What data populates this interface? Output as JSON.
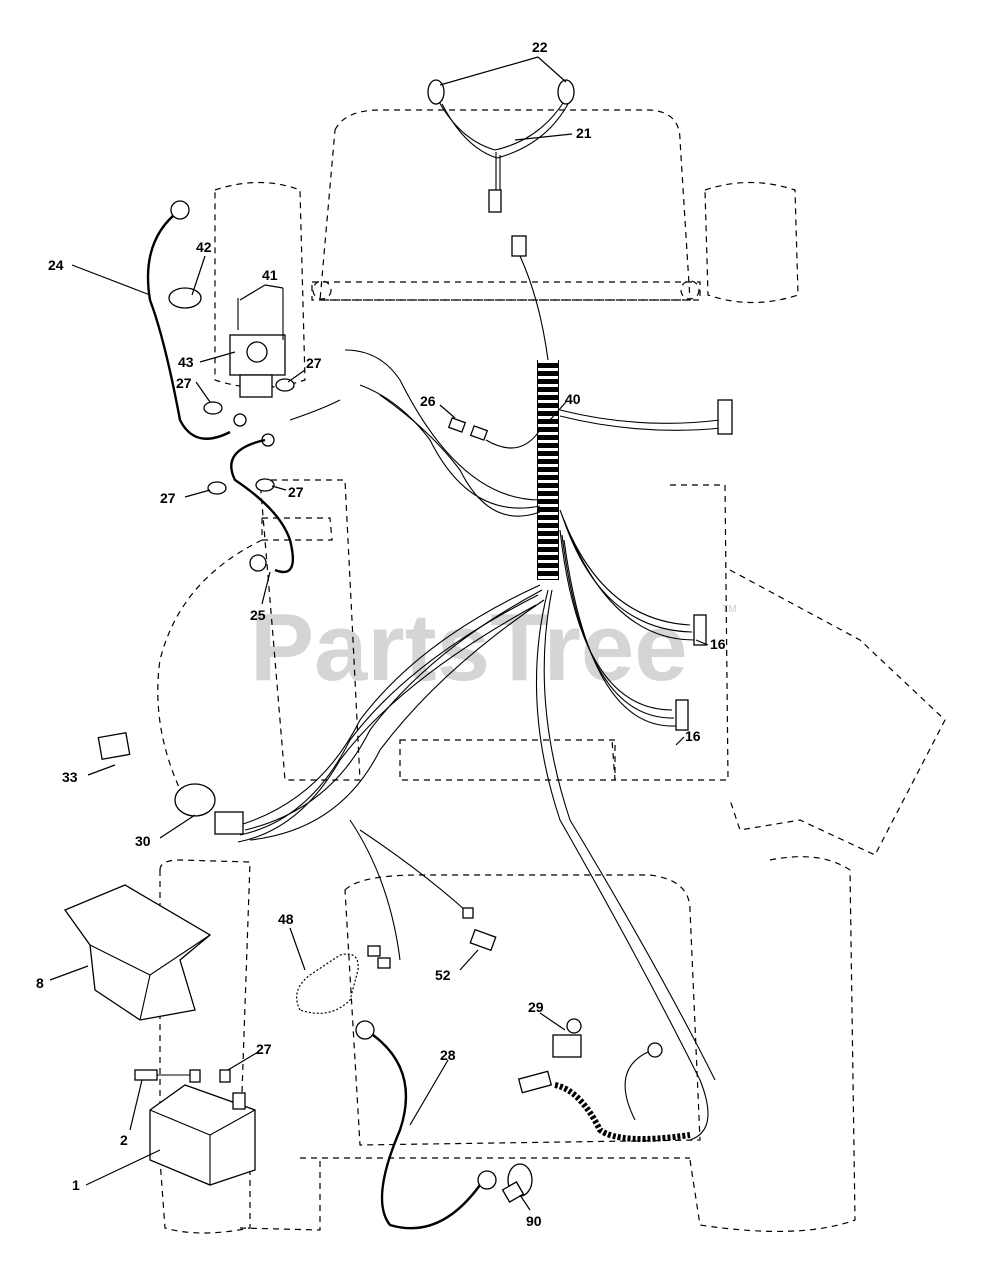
{
  "watermark": {
    "text": "PartsTree",
    "trademark": "TM"
  },
  "callouts": [
    {
      "id": "c22",
      "label": "22"
    },
    {
      "id": "c21",
      "label": "21"
    },
    {
      "id": "c24",
      "label": "24"
    },
    {
      "id": "c42",
      "label": "42"
    },
    {
      "id": "c41",
      "label": "41"
    },
    {
      "id": "c43",
      "label": "43"
    },
    {
      "id": "c27a",
      "label": "27"
    },
    {
      "id": "c27b",
      "label": "27"
    },
    {
      "id": "c27c",
      "label": "27"
    },
    {
      "id": "c27d",
      "label": "27"
    },
    {
      "id": "c26",
      "label": "26"
    },
    {
      "id": "c40",
      "label": "40"
    },
    {
      "id": "c25",
      "label": "25"
    },
    {
      "id": "c16a",
      "label": "16"
    },
    {
      "id": "c16b",
      "label": "16"
    },
    {
      "id": "c33",
      "label": "33"
    },
    {
      "id": "c30",
      "label": "30"
    },
    {
      "id": "c48",
      "label": "48"
    },
    {
      "id": "c52",
      "label": "52"
    },
    {
      "id": "c8",
      "label": "8"
    },
    {
      "id": "c27e",
      "label": "27"
    },
    {
      "id": "c29",
      "label": "29"
    },
    {
      "id": "c28",
      "label": "28"
    },
    {
      "id": "c2",
      "label": "2"
    },
    {
      "id": "c1",
      "label": "1"
    },
    {
      "id": "c90",
      "label": "90"
    }
  ],
  "colors": {
    "line": "#000000",
    "watermark": "#c8c8c8",
    "background": "#ffffff"
  }
}
